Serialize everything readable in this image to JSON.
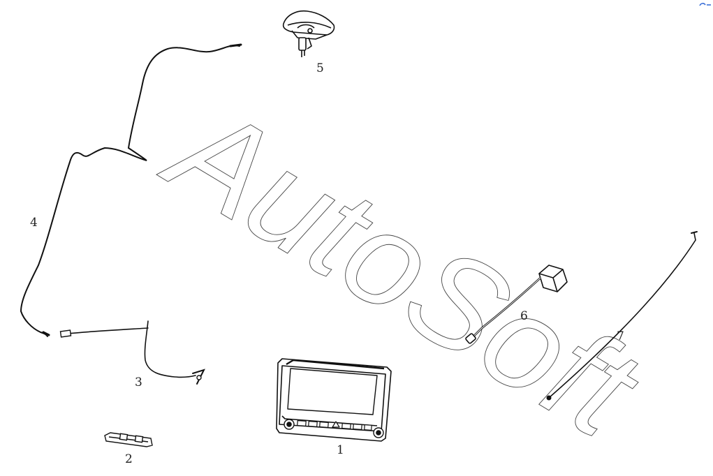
{
  "diagram": {
    "watermark": "AutoSoft",
    "callouts": {
      "p1": "1",
      "p2": "2",
      "p3": "3",
      "p4": "4",
      "p5": "5",
      "p6": "6",
      "p7": "7"
    }
  },
  "colors": {
    "line": "#111111",
    "watermark_stroke": "#444444",
    "corner_mark": "#3a6fd8"
  }
}
